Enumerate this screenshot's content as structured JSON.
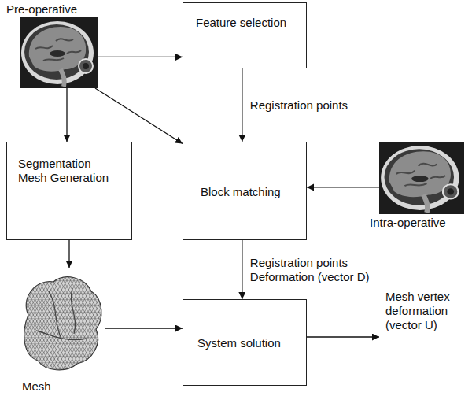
{
  "diagram": {
    "nodes": [
      {
        "text": [
          "Pre-operative"
        ]
      },
      {
        "text": [
          "Feature selection"
        ]
      },
      {
        "text": [
          "Segmentation Mesh Generation"
        ]
      },
      {
        "text": [
          "Block matching"
        ]
      },
      {
        "text": [
          "Intra-operative"
        ]
      },
      {
        "text": [
          "Mesh"
        ]
      },
      {
        "text": [
          "System solution"
        ]
      }
    ],
    "edges": [
      {
        "from": 0,
        "to": 1,
        "arrow": "to"
      },
      {
        "from": 0,
        "to": 3,
        "arrow": "to"
      },
      {
        "from": 0,
        "to": 2,
        "arrow": "to"
      },
      {
        "from": 1,
        "to": 3,
        "label": "Registration points",
        "arrow": "to"
      },
      {
        "from": 4,
        "to": 3,
        "arrow": "to"
      },
      {
        "from": 2,
        "to": 5,
        "arrow": "to"
      },
      {
        "from": 3,
        "to": 6,
        "label": "Registration points Deformation (vector D)",
        "arrow": "to"
      },
      {
        "from": 5,
        "to": 6,
        "arrow": "to"
      }
    ],
    "labels": [
      "Mesh vertex deformation (vector U)"
    ]
  }
}
